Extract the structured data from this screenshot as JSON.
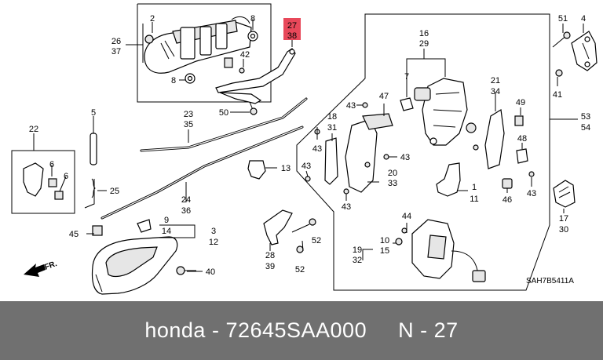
{
  "callouts": {
    "c2": "2",
    "c8a": "8",
    "c26": "26",
    "c37": "37",
    "c42": "42",
    "c8b": "8",
    "c27": "27",
    "c38": "38",
    "c50": "50",
    "c23": "23",
    "c35": "35",
    "c5": "5",
    "c22": "22",
    "c6a": "6",
    "c6b": "6",
    "c25": "25",
    "c24": "24",
    "c36": "36",
    "c13": "13",
    "c9": "9",
    "c14": "14",
    "c3": "3",
    "c12": "12",
    "c45": "45",
    "c40": "40",
    "c28": "28",
    "c39": "39",
    "c52a": "52",
    "c52b": "52",
    "c16": "16",
    "c29": "29",
    "c7": "7",
    "c43a": "43",
    "c47": "47",
    "c18": "18",
    "c31": "31",
    "c43b": "43",
    "c43c": "43",
    "c43d": "43",
    "c43e": "43",
    "c20": "20",
    "c33": "33",
    "c1": "1",
    "c11": "11",
    "c44": "44",
    "c10": "10",
    "c15": "15",
    "c19": "19",
    "c32": "32",
    "c21": "21",
    "c34": "34",
    "c49": "49",
    "c48": "48",
    "c46": "46",
    "c43f": "43",
    "c51": "51",
    "c4": "4",
    "c41": "41",
    "c53": "53",
    "c54": "54",
    "c17": "17",
    "c30": "30"
  },
  "highlight_color": "#e8485a",
  "front_arrow_label": "FR.",
  "diagram_code": "SAH7B5411A",
  "footer": {
    "brand": "honda",
    "separator1": " - ",
    "part_number": "72645SAA000",
    "gap": "     ",
    "ref_prefix": "N - ",
    "ref_number": "27"
  }
}
